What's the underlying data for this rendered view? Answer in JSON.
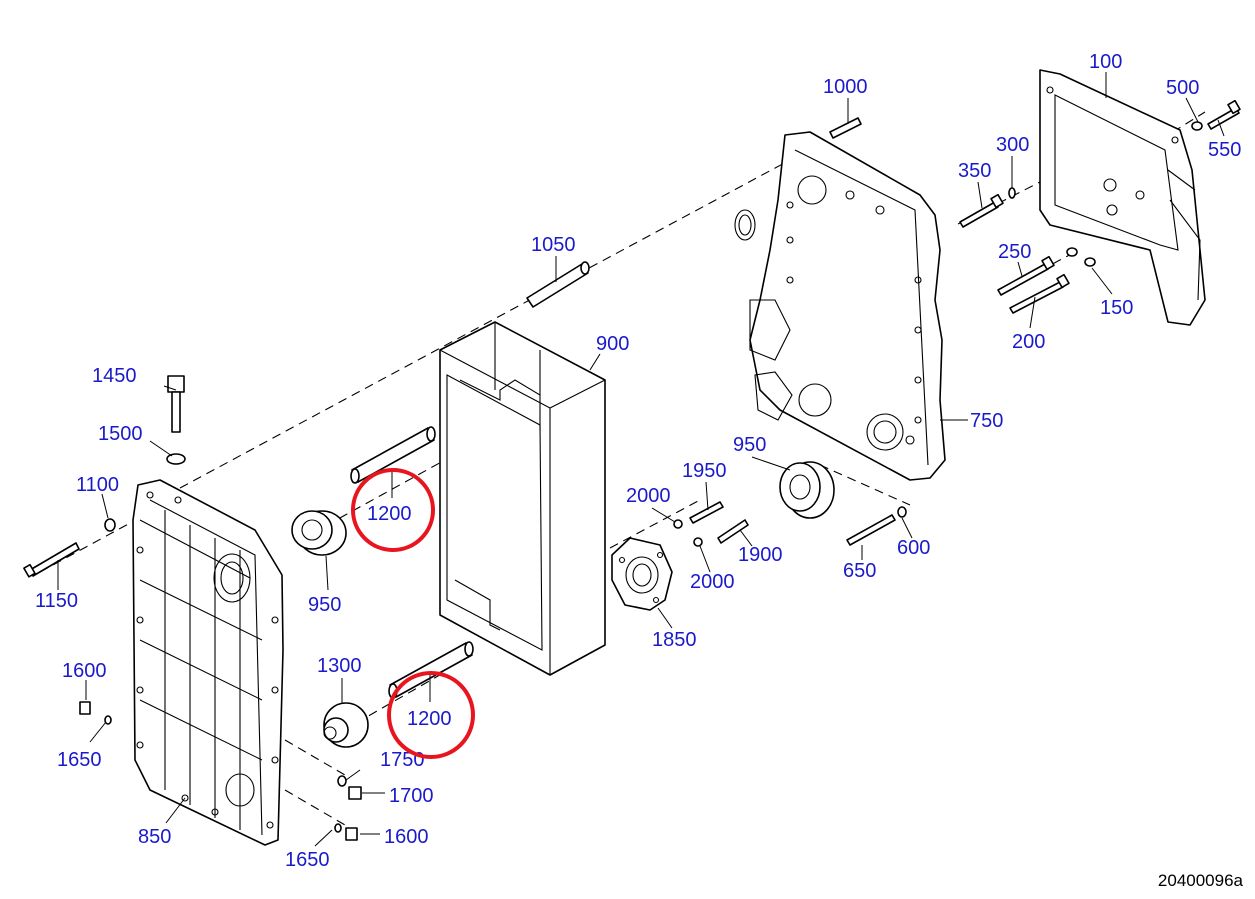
{
  "drawing_number": "20400096a",
  "colors": {
    "label": "#1a1acc",
    "highlight": "#e8141e",
    "line": "#000000"
  },
  "labels": {
    "p100": "100",
    "p150": "150",
    "p200": "200",
    "p250": "250",
    "p300": "300",
    "p350": "350",
    "p500": "500",
    "p550": "550",
    "p600": "600",
    "p650": "650",
    "p750": "750",
    "p850": "850",
    "p900": "900",
    "p950a": "950",
    "p950b": "950",
    "p1000": "1000",
    "p1050": "1050",
    "p1100": "1100",
    "p1150": "1150",
    "p1200a": "1200",
    "p1200b": "1200",
    "p1300": "1300",
    "p1450": "1450",
    "p1500": "1500",
    "p1600a": "1600",
    "p1600b": "1600",
    "p1650a": "1650",
    "p1650b": "1650",
    "p1700": "1700",
    "p1750": "1750",
    "p1850": "1850",
    "p1900": "1900",
    "p1950": "1950",
    "p2000a": "2000",
    "p2000b": "2000"
  },
  "highlighted_parts": [
    "1200",
    "1200"
  ]
}
